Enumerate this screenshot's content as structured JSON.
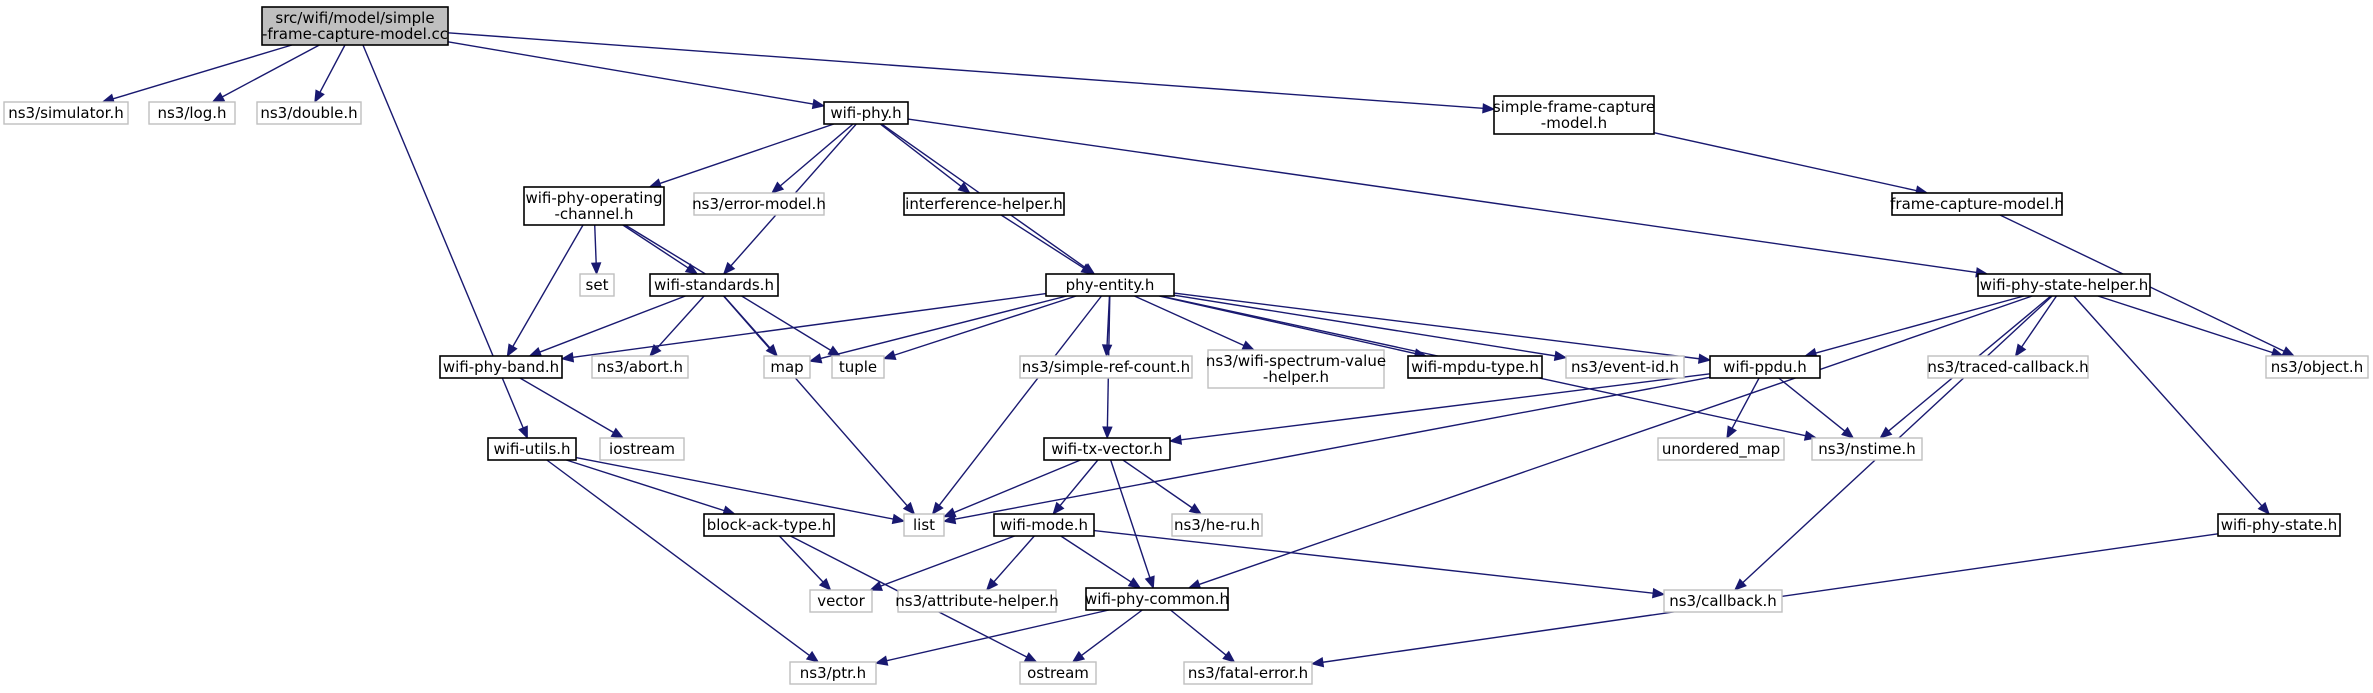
{
  "nodes": {
    "root": {
      "label": [
        "src/wifi/model/simple",
        "-frame-capture-model.cc"
      ]
    },
    "simulator": {
      "label": [
        "ns3/simulator.h"
      ]
    },
    "log": {
      "label": [
        "ns3/log.h"
      ]
    },
    "double": {
      "label": [
        "ns3/double.h"
      ]
    },
    "wifi_phy": {
      "label": [
        "wifi-phy.h"
      ]
    },
    "sfcm": {
      "label": [
        "simple-frame-capture",
        "-model.h"
      ]
    },
    "wpoc": {
      "label": [
        "wifi-phy-operating",
        "-channel.h"
      ]
    },
    "error_model": {
      "label": [
        "ns3/error-model.h"
      ]
    },
    "interference": {
      "label": [
        "interference-helper.h"
      ]
    },
    "fcm": {
      "label": [
        "frame-capture-model.h"
      ]
    },
    "set": {
      "label": [
        "set"
      ]
    },
    "wifi_standards": {
      "label": [
        "wifi-standards.h"
      ]
    },
    "phy_entity": {
      "label": [
        "phy-entity.h"
      ]
    },
    "wpsh": {
      "label": [
        "wifi-phy-state-helper.h"
      ]
    },
    "wifi_phy_band": {
      "label": [
        "wifi-phy-band.h"
      ]
    },
    "abort": {
      "label": [
        "ns3/abort.h"
      ]
    },
    "map": {
      "label": [
        "map"
      ]
    },
    "tuple": {
      "label": [
        "tuple"
      ]
    },
    "simple_ref": {
      "label": [
        "ns3/simple-ref-count.h"
      ]
    },
    "spectrum": {
      "label": [
        "ns3/wifi-spectrum-value",
        "-helper.h"
      ]
    },
    "mpdu_type": {
      "label": [
        "wifi-mpdu-type.h"
      ]
    },
    "event_id": {
      "label": [
        "ns3/event-id.h"
      ]
    },
    "ppdu": {
      "label": [
        "wifi-ppdu.h"
      ]
    },
    "traced_cb": {
      "label": [
        "ns3/traced-callback.h"
      ]
    },
    "object": {
      "label": [
        "ns3/object.h"
      ]
    },
    "iostream": {
      "label": [
        "iostream"
      ]
    },
    "wifi_utils": {
      "label": [
        "wifi-utils.h"
      ]
    },
    "tx_vector": {
      "label": [
        "wifi-tx-vector.h"
      ]
    },
    "unordered_map": {
      "label": [
        "unordered_map"
      ]
    },
    "nstime": {
      "label": [
        "ns3/nstime.h"
      ]
    },
    "block_ack": {
      "label": [
        "block-ack-type.h"
      ]
    },
    "list": {
      "label": [
        "list"
      ]
    },
    "wifi_mode": {
      "label": [
        "wifi-mode.h"
      ]
    },
    "he_ru": {
      "label": [
        "ns3/he-ru.h"
      ]
    },
    "wifi_phy_state": {
      "label": [
        "wifi-phy-state.h"
      ]
    },
    "vector": {
      "label": [
        "vector"
      ]
    },
    "attr_helper": {
      "label": [
        "ns3/attribute-helper.h"
      ]
    },
    "phy_common": {
      "label": [
        "wifi-phy-common.h"
      ]
    },
    "callback": {
      "label": [
        "ns3/callback.h"
      ]
    },
    "ptr": {
      "label": [
        "ns3/ptr.h"
      ]
    },
    "ostream": {
      "label": [
        "ostream"
      ]
    },
    "fatal_error": {
      "label": [
        "ns3/fatal-error.h"
      ]
    }
  },
  "edges": [
    [
      "root",
      "simulator"
    ],
    [
      "root",
      "log"
    ],
    [
      "root",
      "double"
    ],
    [
      "root",
      "wifi_phy"
    ],
    [
      "root",
      "sfcm"
    ],
    [
      "root",
      "wifi_utils"
    ],
    [
      "wifi_phy",
      "wpoc"
    ],
    [
      "wifi_phy",
      "error_model"
    ],
    [
      "wifi_phy",
      "interference"
    ],
    [
      "wifi_phy",
      "wifi_standards"
    ],
    [
      "wifi_phy",
      "phy_entity"
    ],
    [
      "wifi_phy",
      "wpsh"
    ],
    [
      "sfcm",
      "fcm"
    ],
    [
      "fcm",
      "object"
    ],
    [
      "wpoc",
      "set"
    ],
    [
      "wpoc",
      "wifi_standards"
    ],
    [
      "wpoc",
      "wifi_phy_band"
    ],
    [
      "wpoc",
      "tuple"
    ],
    [
      "interference",
      "phy_entity"
    ],
    [
      "wifi_standards",
      "wifi_phy_band"
    ],
    [
      "wifi_standards",
      "abort"
    ],
    [
      "wifi_standards",
      "map"
    ],
    [
      "wifi_standards",
      "list"
    ],
    [
      "phy_entity",
      "wifi_phy_band"
    ],
    [
      "phy_entity",
      "map"
    ],
    [
      "phy_entity",
      "tuple"
    ],
    [
      "phy_entity",
      "simple_ref"
    ],
    [
      "phy_entity",
      "spectrum"
    ],
    [
      "phy_entity",
      "mpdu_type"
    ],
    [
      "phy_entity",
      "event_id"
    ],
    [
      "phy_entity",
      "ppdu"
    ],
    [
      "phy_entity",
      "nstime"
    ],
    [
      "phy_entity",
      "tx_vector"
    ],
    [
      "phy_entity",
      "list"
    ],
    [
      "wpsh",
      "ppdu"
    ],
    [
      "wpsh",
      "traced_cb"
    ],
    [
      "wpsh",
      "object"
    ],
    [
      "wpsh",
      "nstime"
    ],
    [
      "wpsh",
      "wifi_phy_state"
    ],
    [
      "wpsh",
      "callback"
    ],
    [
      "wpsh",
      "phy_common"
    ],
    [
      "wifi_phy_band",
      "iostream"
    ],
    [
      "ppdu",
      "tx_vector"
    ],
    [
      "ppdu",
      "unordered_map"
    ],
    [
      "ppdu",
      "nstime"
    ],
    [
      "ppdu",
      "list"
    ],
    [
      "wifi_utils",
      "block_ack"
    ],
    [
      "wifi_utils",
      "list"
    ],
    [
      "wifi_utils",
      "ptr"
    ],
    [
      "tx_vector",
      "list"
    ],
    [
      "tx_vector",
      "wifi_mode"
    ],
    [
      "tx_vector",
      "he_ru"
    ],
    [
      "tx_vector",
      "phy_common"
    ],
    [
      "block_ack",
      "vector"
    ],
    [
      "block_ack",
      "ostream"
    ],
    [
      "wifi_mode",
      "vector"
    ],
    [
      "wifi_mode",
      "attr_helper"
    ],
    [
      "wifi_mode",
      "phy_common"
    ],
    [
      "wifi_mode",
      "callback"
    ],
    [
      "phy_common",
      "ptr"
    ],
    [
      "phy_common",
      "ostream"
    ],
    [
      "phy_common",
      "fatal_error"
    ],
    [
      "wifi_phy_state",
      "fatal_error"
    ]
  ]
}
